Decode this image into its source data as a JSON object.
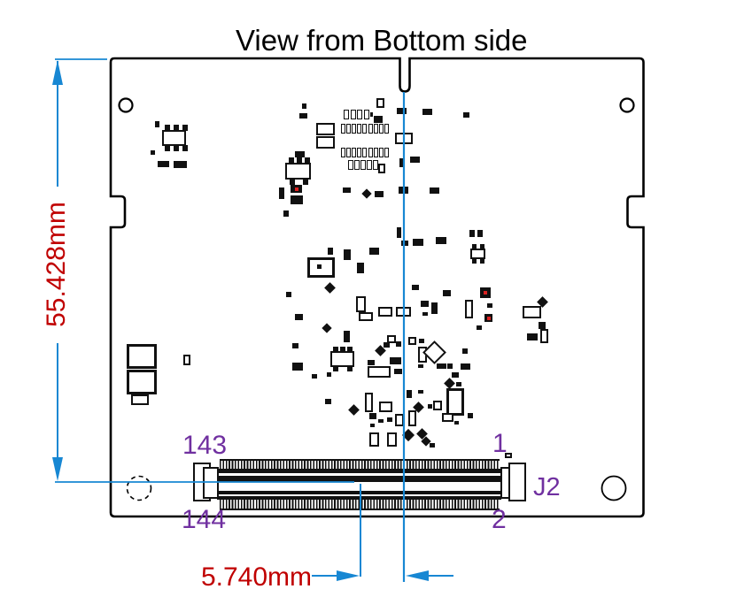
{
  "title": "View from Bottom side",
  "colors": {
    "dimension_text": "#c00000",
    "dimension_line": "#1787d3",
    "pin_label": "#7030a0",
    "silkscreen": "#111111"
  },
  "dimensions": {
    "vertical_label": "55.428mm",
    "horizontal_label": "5.740mm"
  },
  "connector": {
    "designator": "J2",
    "pin_top_left": "143",
    "pin_top_right": "1",
    "pin_bottom_left": "144",
    "pin_bottom_right": "2"
  },
  "components": [
    [
      175,
      137,
      5,
      7,
      "f"
    ],
    [
      183,
      147,
      27,
      18,
      "o"
    ],
    [
      186,
      141,
      6,
      7,
      "f"
    ],
    [
      196,
      141,
      6,
      7,
      "f"
    ],
    [
      206,
      141,
      6,
      7,
      "f"
    ],
    [
      186,
      164,
      6,
      7,
      "f"
    ],
    [
      196,
      164,
      6,
      7,
      "f"
    ],
    [
      206,
      164,
      6,
      7,
      "f"
    ],
    [
      170,
      170,
      5,
      5,
      "f"
    ],
    [
      178,
      182,
      13,
      7,
      "f"
    ],
    [
      196,
      182,
      15,
      8,
      "f"
    ],
    [
      333,
      171,
      11,
      7,
      "f"
    ],
    [
      322,
      184,
      29,
      19,
      "o"
    ],
    [
      326,
      178,
      6,
      7,
      "f"
    ],
    [
      335,
      178,
      6,
      7,
      "f"
    ],
    [
      344,
      178,
      6,
      7,
      "f"
    ],
    [
      327,
      202,
      6,
      7,
      "f"
    ],
    [
      342,
      202,
      6,
      7,
      "f"
    ],
    [
      315,
      212,
      6,
      13,
      "f"
    ],
    [
      328,
      209,
      13,
      9,
      "r"
    ],
    [
      328,
      221,
      14,
      10,
      "f"
    ],
    [
      357,
      139,
      21,
      14,
      "o"
    ],
    [
      357,
      154,
      21,
      14,
      "o"
    ],
    [
      425,
      111,
      9,
      11,
      "o"
    ],
    [
      341,
      117,
      5,
      6,
      "f"
    ],
    [
      338,
      128,
      9,
      6,
      "f"
    ],
    [
      388,
      124,
      6,
      11,
      "p"
    ],
    [
      396,
      124,
      6,
      11,
      "p"
    ],
    [
      403,
      124,
      6,
      11,
      "p"
    ],
    [
      411,
      124,
      6,
      11,
      "p"
    ],
    [
      418,
      127,
      3,
      5,
      "f"
    ],
    [
      422,
      131,
      10,
      8,
      "f"
    ],
    [
      385,
      140,
      5,
      11,
      "p"
    ],
    [
      391,
      140,
      5,
      11,
      "p"
    ],
    [
      397,
      140,
      5,
      11,
      "p"
    ],
    [
      403,
      140,
      5,
      11,
      "p"
    ],
    [
      409,
      140,
      5,
      11,
      "p"
    ],
    [
      416,
      140,
      5,
      11,
      "p"
    ],
    [
      422,
      140,
      5,
      11,
      "p"
    ],
    [
      428,
      140,
      5,
      11,
      "p"
    ],
    [
      434,
      140,
      5,
      11,
      "p"
    ],
    [
      385,
      167,
      5,
      11,
      "p"
    ],
    [
      391,
      167,
      5,
      11,
      "p"
    ],
    [
      397,
      167,
      5,
      11,
      "p"
    ],
    [
      403,
      167,
      5,
      11,
      "p"
    ],
    [
      409,
      167,
      5,
      11,
      "p"
    ],
    [
      416,
      167,
      5,
      11,
      "p"
    ],
    [
      422,
      167,
      5,
      11,
      "p"
    ],
    [
      428,
      167,
      5,
      11,
      "p"
    ],
    [
      434,
      167,
      5,
      11,
      "p"
    ],
    [
      393,
      181,
      6,
      11,
      "p"
    ],
    [
      400,
      181,
      6,
      11,
      "p"
    ],
    [
      407,
      181,
      6,
      11,
      "p"
    ],
    [
      414,
      181,
      6,
      11,
      "p"
    ],
    [
      421,
      181,
      6,
      11,
      "p"
    ],
    [
      427,
      185,
      8,
      11,
      "o"
    ],
    [
      448,
      122,
      11,
      7,
      "f"
    ],
    [
      477,
      123,
      11,
      7,
      "f"
    ],
    [
      523,
      127,
      7,
      6,
      "f"
    ],
    [
      446,
      150,
      20,
      13,
      "o"
    ],
    [
      451,
      179,
      4,
      10,
      "f"
    ],
    [
      463,
      177,
      11,
      7,
      "f"
    ],
    [
      450,
      211,
      11,
      8,
      "f"
    ],
    [
      485,
      212,
      11,
      7,
      "f"
    ],
    [
      387,
      212,
      9,
      6,
      "f"
    ],
    [
      410,
      215,
      8,
      8,
      "d"
    ],
    [
      423,
      216,
      10,
      7,
      "f"
    ],
    [
      320,
      238,
      6,
      7,
      "f"
    ],
    [
      323,
      330,
      6,
      6,
      "f"
    ],
    [
      448,
      257,
      5,
      12,
      "f"
    ],
    [
      453,
      272,
      8,
      6,
      "f"
    ],
    [
      466,
      270,
      12,
      8,
      "f"
    ],
    [
      492,
      268,
      12,
      8,
      "f"
    ],
    [
      530,
      260,
      6,
      8,
      "f"
    ],
    [
      539,
      260,
      6,
      8,
      "f"
    ],
    [
      531,
      281,
      17,
      12,
      "o"
    ],
    [
      533,
      276,
      5,
      6,
      "f"
    ],
    [
      542,
      276,
      5,
      6,
      "f"
    ],
    [
      533,
      292,
      5,
      6,
      "f"
    ],
    [
      542,
      292,
      5,
      6,
      "f"
    ],
    [
      370,
      280,
      6,
      8,
      "f"
    ],
    [
      388,
      282,
      8,
      12,
      "f"
    ],
    [
      417,
      280,
      11,
      8,
      "f"
    ],
    [
      347,
      291,
      31,
      23,
      "O"
    ],
    [
      403,
      297,
      8,
      12,
      "f"
    ],
    [
      368,
      321,
      9,
      9,
      "d"
    ],
    [
      358,
      299,
      5,
      5,
      "f"
    ],
    [
      465,
      322,
      8,
      6,
      "f"
    ],
    [
      475,
      340,
      9,
      7,
      "f"
    ],
    [
      500,
      328,
      9,
      7,
      "f"
    ],
    [
      542,
      325,
      12,
      12,
      "r"
    ],
    [
      550,
      343,
      6,
      5,
      "f"
    ],
    [
      547,
      355,
      9,
      9,
      "r"
    ],
    [
      538,
      368,
      6,
      5,
      "f"
    ],
    [
      402,
      335,
      11,
      18,
      "o"
    ],
    [
      405,
      353,
      16,
      10,
      "o"
    ],
    [
      427,
      347,
      16,
      11,
      "o"
    ],
    [
      447,
      347,
      17,
      11,
      "o"
    ],
    [
      477,
      353,
      6,
      4,
      "f"
    ],
    [
      487,
      342,
      7,
      13,
      "f"
    ],
    [
      525,
      339,
      9,
      21,
      "o"
    ],
    [
      365,
      367,
      8,
      8,
      "d"
    ],
    [
      333,
      355,
      9,
      7,
      "f"
    ],
    [
      388,
      374,
      7,
      13,
      "f"
    ],
    [
      590,
      346,
      21,
      14,
      "o"
    ],
    [
      608,
      337,
      9,
      9,
      "d"
    ],
    [
      608,
      364,
      8,
      8,
      "f"
    ],
    [
      595,
      377,
      12,
      8,
      "f"
    ],
    [
      610,
      372,
      9,
      16,
      "o"
    ],
    [
      143,
      389,
      34,
      28,
      "O"
    ],
    [
      143,
      418,
      34,
      28,
      "O"
    ],
    [
      148,
      446,
      20,
      12,
      "o"
    ],
    [
      207,
      401,
      8,
      12,
      "o"
    ],
    [
      330,
      388,
      7,
      6,
      "f"
    ],
    [
      330,
      410,
      12,
      9,
      "f"
    ],
    [
      373,
      397,
      27,
      18,
      "o"
    ],
    [
      376,
      392,
      6,
      6,
      "f"
    ],
    [
      384,
      392,
      6,
      6,
      "f"
    ],
    [
      392,
      392,
      6,
      6,
      "f"
    ],
    [
      376,
      414,
      6,
      6,
      "f"
    ],
    [
      392,
      414,
      6,
      6,
      "f"
    ],
    [
      369,
      421,
      5,
      5,
      "f"
    ],
    [
      352,
      423,
      6,
      5,
      "f"
    ],
    [
      367,
      451,
      7,
      6,
      "f"
    ],
    [
      395,
      459,
      9,
      9,
      "d"
    ],
    [
      415,
      414,
      26,
      13,
      "o"
    ],
    [
      415,
      407,
      8,
      6,
      "f"
    ],
    [
      425,
      392,
      9,
      9,
      "d"
    ],
    [
      433,
      387,
      7,
      6,
      "f"
    ],
    [
      437,
      379,
      10,
      9,
      "o"
    ],
    [
      447,
      386,
      6,
      6,
      "f"
    ],
    [
      440,
      404,
      13,
      8,
      "f"
    ],
    [
      445,
      417,
      9,
      6,
      "f"
    ],
    [
      461,
      381,
      9,
      9,
      "o"
    ],
    [
      473,
      383,
      6,
      5,
      "f"
    ],
    [
      472,
      392,
      10,
      18,
      "o"
    ],
    [
      481,
      389,
      19,
      19,
      "D"
    ],
    [
      472,
      412,
      6,
      4,
      "f"
    ],
    [
      493,
      411,
      11,
      6,
      "f"
    ],
    [
      505,
      411,
      6,
      6,
      "f"
    ],
    [
      520,
      411,
      11,
      7,
      "f"
    ],
    [
      522,
      394,
      6,
      6,
      "f"
    ],
    [
      510,
      421,
      8,
      6,
      "f"
    ],
    [
      503,
      429,
      9,
      9,
      "d"
    ],
    [
      515,
      432,
      6,
      5,
      "f"
    ],
    [
      504,
      439,
      20,
      31,
      "O"
    ],
    [
      528,
      467,
      6,
      6,
      "f"
    ],
    [
      499,
      467,
      13,
      10,
      "o"
    ],
    [
      513,
      476,
      5,
      4,
      "f"
    ],
    [
      483,
      457,
      5,
      5,
      "f"
    ],
    [
      489,
      453,
      10,
      11,
      "o"
    ],
    [
      468,
      456,
      9,
      9,
      "d"
    ],
    [
      461,
      464,
      9,
      18,
      "o"
    ],
    [
      459,
      441,
      6,
      9,
      "f"
    ],
    [
      472,
      441,
      6,
      4,
      "f"
    ],
    [
      456,
      487,
      10,
      10,
      "d"
    ],
    [
      472,
      486,
      9,
      9,
      "d"
    ],
    [
      477,
      495,
      8,
      8,
      "d"
    ],
    [
      485,
      501,
      6,
      5,
      "f"
    ],
    [
      412,
      444,
      9,
      22,
      "o"
    ],
    [
      428,
      454,
      15,
      12,
      "o"
    ],
    [
      417,
      467,
      8,
      7,
      "f"
    ],
    [
      427,
      474,
      6,
      4,
      "f"
    ],
    [
      437,
      472,
      6,
      5,
      "f"
    ],
    [
      446,
      468,
      10,
      14,
      "o"
    ],
    [
      418,
      479,
      5,
      4,
      "f"
    ],
    [
      417,
      489,
      11,
      16,
      "o"
    ],
    [
      437,
      489,
      11,
      16,
      "o"
    ],
    [
      570,
      512,
      8,
      6,
      "o"
    ]
  ]
}
